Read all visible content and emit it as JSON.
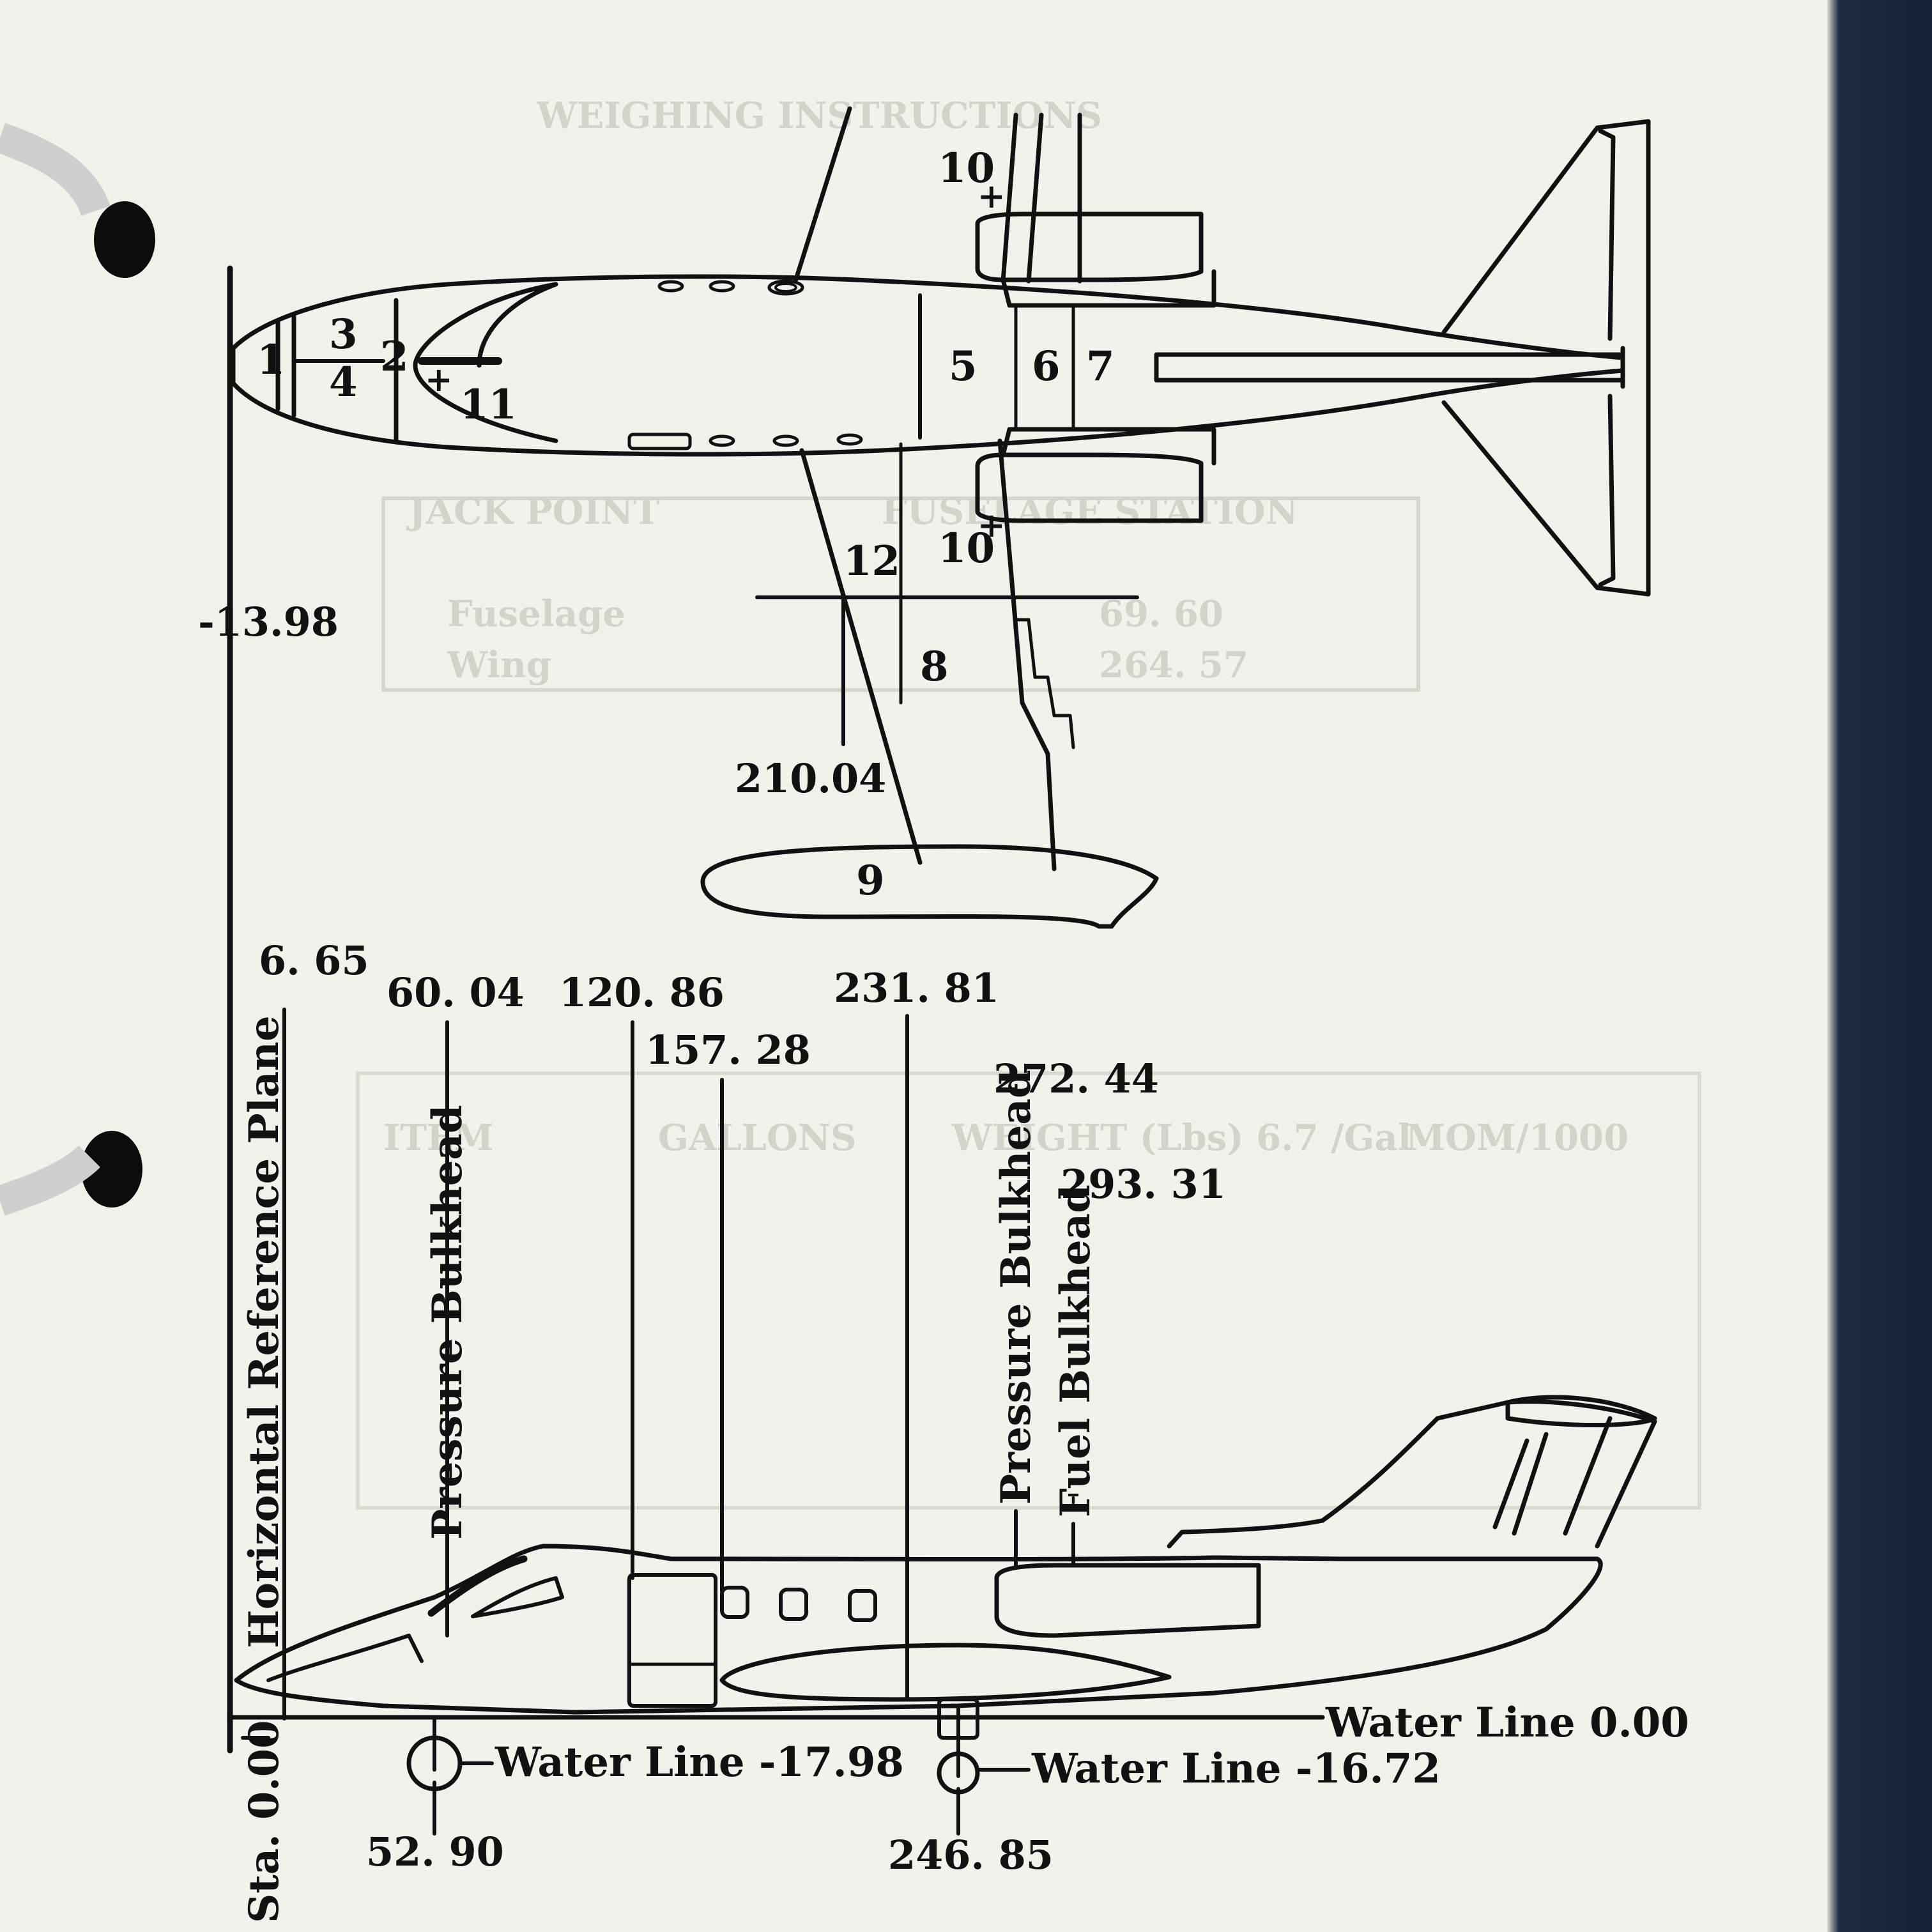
{
  "zone_numbers": {
    "z1": "1",
    "z2": "2",
    "z3": "3",
    "z4": "4",
    "z5": "5",
    "z6": "6",
    "z7": "7",
    "z8": "8",
    "z9": "9",
    "z10_upper": "10",
    "z10_lower": "10",
    "z11": "11",
    "z12": "12"
  },
  "plan_view": {
    "horizontal_reference": "-13.98",
    "wing_station": "210.04"
  },
  "side_view": {
    "stations": {
      "s6_65": "6. 65",
      "s60_04": "60. 04",
      "s120_86": "120. 86",
      "s157_28": "157. 28",
      "s231_81": "231. 81",
      "s272_44": "272. 44",
      "s293_31": "293. 31",
      "s52_90": "52. 90",
      "s246_85": "246. 85"
    },
    "labels": {
      "horizontal_reference_plane": "Horizontal Reference Plane",
      "forward_pressure_bulkhead": "Pressure Bulkhead",
      "aft_pressure_bulkhead": "Pressure Bulkhead",
      "fuel_bulkhead": "Fuel Bulkhead",
      "water_line_0": "Water Line 0.00",
      "water_line_nose_gear": "Water Line -17.98",
      "water_line_main_gear": "Water Line -16.72",
      "station_zero": "Sta. 0.00"
    }
  },
  "background_text": {
    "heading": "WEIGHING INSTRUCTIONS",
    "table1_col1": "JACK POINT",
    "table1_col2": "FUSELAGE STATION",
    "table1_row1": "Fuselage",
    "table1_row1_val": "69. 60",
    "table1_row2": "Wing",
    "table1_row2_val": "264. 57",
    "table2_col1": "ITEM",
    "table2_col2": "GALLONS",
    "table2_col3": "WEIGHT (Lbs) 6.7 /Gal",
    "table2_col4": "MOM/1000"
  },
  "colors": {
    "ink": "#111111",
    "paper": "#f2f1ec",
    "binder": "#142033"
  }
}
